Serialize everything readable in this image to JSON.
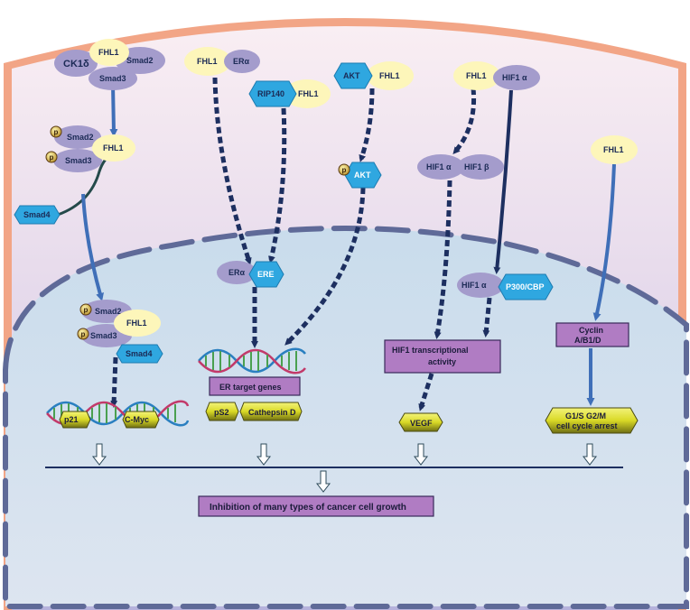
{
  "colors": {
    "membrane": "#f0a080",
    "cytoplasm_top": "#f6e6ee",
    "cytoplasm_bottom": "#b8b4dc",
    "nucleus": "#d3e2ee",
    "nuclear_envelope": "#5f6a98",
    "purple_protein": "#a49ccc",
    "yellow_protein": "#fdf6ba",
    "blue_protein": "#2fa7e0",
    "violet_box": "#b07cc3",
    "gold_hex": "#dede2a",
    "arrow_dark": "#1d2f60",
    "arrow_light": "#5a8ed0"
  },
  "pathway_smad": {
    "ck1d": "CK1δ",
    "fhl1": "FHL1",
    "smad2": "Smad2",
    "smad3": "Smad3",
    "p_smad2": "Smad2",
    "p_fhl1": "FHL1",
    "p_smad3": "Smad3",
    "smad4": "Smad4",
    "n_smad2": "Smad2",
    "n_fhl1": "FHL1",
    "n_smad3": "Smad3",
    "n_smad4": "Smad4",
    "p_badge": "p",
    "target_1": "p21",
    "target_2": "C-Myc"
  },
  "pathway_er": {
    "fhl1": "FHL1",
    "er_alpha": "ERα",
    "rip140": "RIP140",
    "fhl1_b": "FHL1",
    "n_er_alpha": "ERα",
    "ere": "ERE",
    "genes_box": "ER target genes",
    "target_1": "pS2",
    "target_2": "Cathepsin D"
  },
  "pathway_akt": {
    "akt": "AKT",
    "fhl1": "FHL1",
    "p_badge": "p",
    "p_akt": "AKT"
  },
  "pathway_hif": {
    "fhl1": "FHL1",
    "hif1a": "HIF1 α",
    "hif1a_b": "HIF1 α",
    "hif1b": "HIF1 β",
    "n_hif1a": "HIF1 α",
    "p300": "P300/CBP",
    "activity_line1": "HIF1 transcriptional",
    "activity_line2": "activity",
    "target": "VEGF"
  },
  "pathway_cyclin": {
    "fhl1": "FHL1",
    "cyclin_line1": "Cyclin",
    "cyclin_line2": "A/B1/D",
    "arrest_line1": "G1/S G2/M",
    "arrest_line2": "cell cycle arrest"
  },
  "outcome": "Inhibition of many types of cancer cell growth"
}
